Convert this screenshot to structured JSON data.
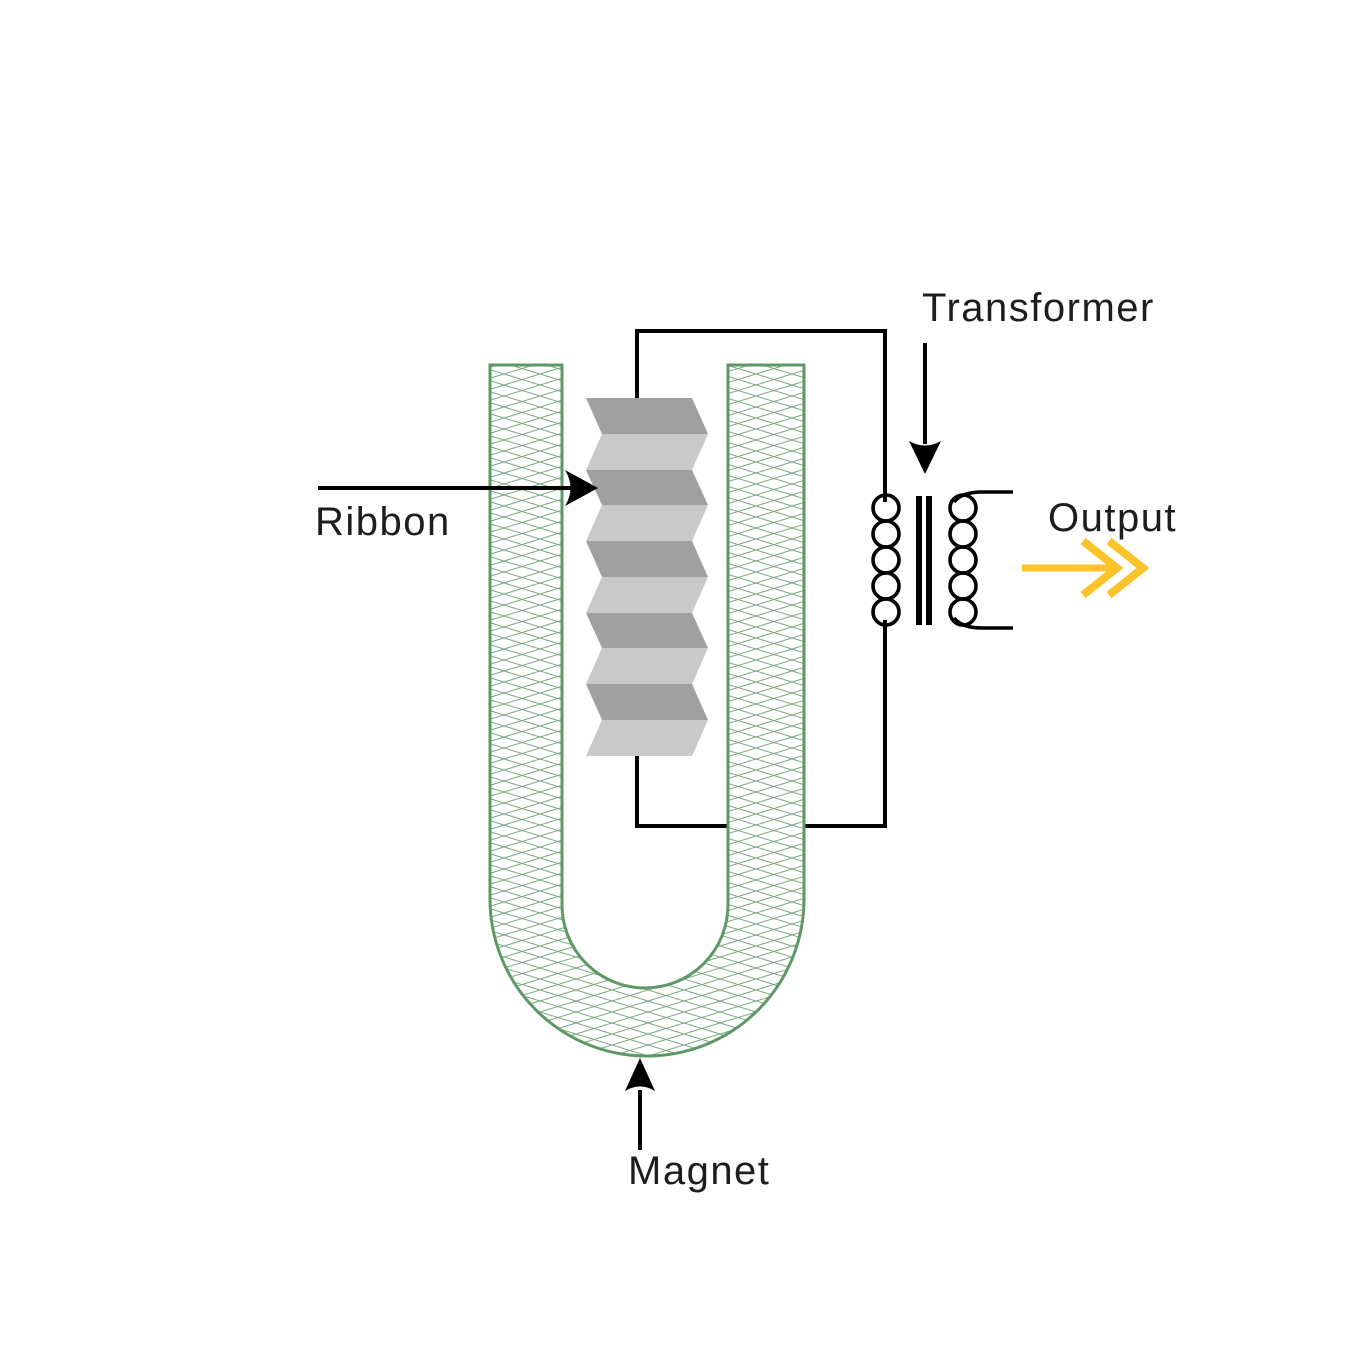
{
  "diagram": {
    "description": "Ribbon microphone schematic: pleated ribbon suspended between the poles of a U-shaped magnet, wired to a transformer that feeds the output",
    "labels": {
      "transformer": "Transformer",
      "ribbon": "Ribbon",
      "output": "Output",
      "magnet": "Magnet"
    },
    "icons": {
      "transformer_pointer": "down-arrow-icon",
      "ribbon_pointer": "right-arrow-icon",
      "magnet_pointer": "up-arrow-icon",
      "output_arrow": "yellow-double-chevron-right-arrow-icon"
    },
    "colors": {
      "background": "#FFFFFF",
      "magnet_green": "#5F9865",
      "hatch_green": "#7AA77F",
      "ribbon_dark_gray": "#A0A0A0",
      "ribbon_light_gray": "#C9C9C9",
      "wire_black": "#000000",
      "output_yellow": "#FDC32B",
      "text_color": "#1D1D1D"
    }
  }
}
